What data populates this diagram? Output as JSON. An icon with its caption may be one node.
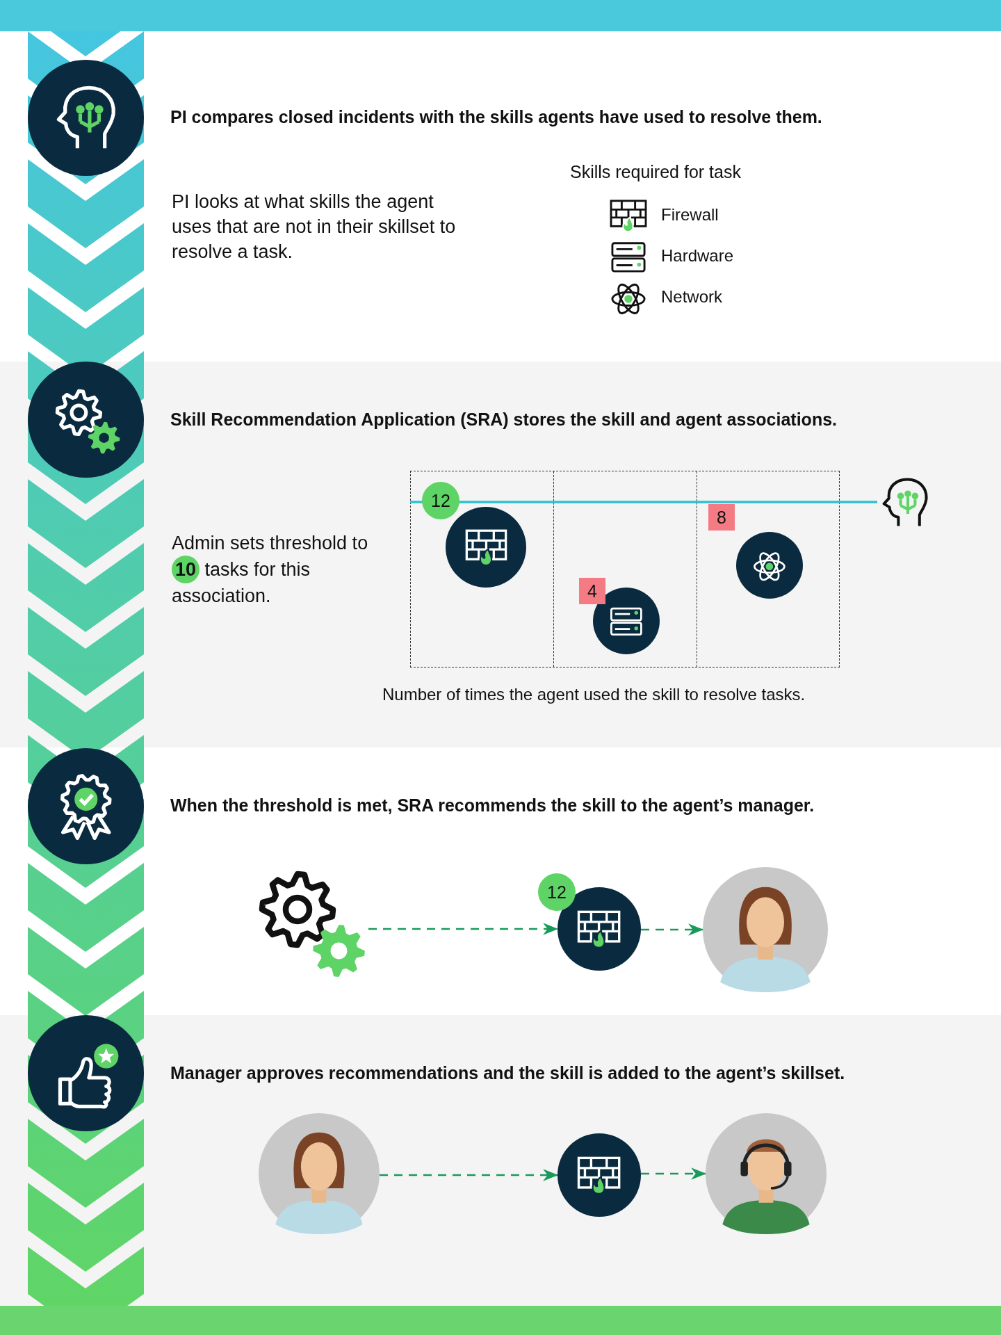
{
  "diagram": {
    "nodes": [
      {
        "text": [
          "PI compares closed incidents with the skills agents have used to resolve them.",
          "PI looks at what skills the agent uses that are not in their skillset to resolve a task."
        ]
      },
      {
        "text": [],
        "shape": "circle",
        "in": 0
      },
      {
        "text": [
          "Skill Recommendation Application (SRA) stores the skill and agent associations.",
          "Admin sets threshold to **10** tasks for this association."
        ]
      },
      {
        "text": [],
        "shape": "circle",
        "in": 2
      },
      {
        "text": [],
        "shape": "box",
        "in": 2,
        "beside": [
          "Number of times the agent used the skill to resolve tasks."
        ]
      },
      {
        "text": [],
        "shape": "circle",
        "in": 4,
        "beside": [
          "12"
        ]
      },
      {
        "text": [],
        "shape": "circle",
        "in": 4,
        "beside": [
          "4"
        ]
      },
      {
        "text": [],
        "shape": "circle",
        "in": 4,
        "beside": [
          "8"
        ]
      },
      {
        "text": [],
        "shape": "picture",
        "in": 2
      },
      {
        "text": [
          "When the threshold is met, SRA recommends the skill to the agent’s manager."
        ]
      },
      {
        "text": [],
        "shape": "circle",
        "in": 9
      },
      {
        "text": [],
        "shape": "picture",
        "in": 9
      },
      {
        "text": [],
        "shape": "circle",
        "in": 9,
        "beside": [
          "12"
        ]
      },
      {
        "text": [],
        "shape": "person",
        "in": 9
      },
      {
        "text": [
          "Manager approves recommendations and the skill is added to the agent’s skillset."
        ]
      },
      {
        "text": [],
        "shape": "circle",
        "in": 14
      },
      {
        "text": [],
        "shape": "person",
        "in": 14
      },
      {
        "text": [],
        "shape": "circle",
        "in": 14
      },
      {
        "text": [],
        "shape": "person",
        "in": 14
      }
    ],
    "edges": [
      {
        "from": 4,
        "to": 8,
        "arrow": "none",
        "color": "#2ec0d0"
      },
      {
        "from": 11,
        "to": 12,
        "arrow": "to",
        "style": "dashed"
      },
      {
        "from": 12,
        "to": 13,
        "arrow": "to",
        "style": "dashed"
      },
      {
        "from": 16,
        "to": 17,
        "arrow": "to",
        "style": "dashed"
      },
      {
        "from": 17,
        "to": 18,
        "arrow": "to",
        "style": "dashed"
      }
    ],
    "labels": [
      "Skills required for task"
    ],
    "legend": [
      {
        "text": "Firewall"
      },
      {
        "text": "Hardware"
      },
      {
        "text": "Network"
      }
    ]
  }
}
